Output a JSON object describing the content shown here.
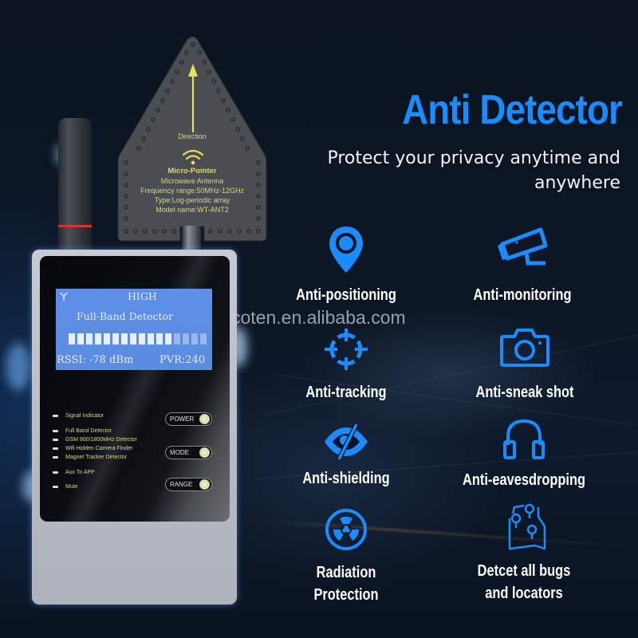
{
  "headline": "Anti Detector",
  "subheadline_line1": "Protect your privacy anytime and",
  "subheadline_line2": "anywhere",
  "watermark": "coten.en.alibaba.com",
  "colors": {
    "accent_blue": "#1a8cff",
    "background": "#0c1624",
    "lcd_blue": "#5d8fe6",
    "label_yellow": "#dbd67a"
  },
  "directional_antenna": {
    "direction_label": "Direction",
    "name": "Micro-Pointer",
    "line1": "Microwave Antenna",
    "line2": "Frequency range:50MHz-12GHz",
    "line3": "Type:Log-periodic array",
    "line4": "Model name:WT-ANT2"
  },
  "lcd": {
    "signal_icon": "antenna-icon",
    "sensitivity": "HIGH",
    "mode": "Full-Band Detector",
    "bars_total": 16,
    "bars_active": 12,
    "rssi": "RSSI: -78 dBm",
    "pvr": "PVR:240"
  },
  "indicators": [
    {
      "label": "Signal  Indicator"
    },
    {
      "label": "Full Band Detector"
    },
    {
      "label": "GSM 900/1800MHz Detector"
    },
    {
      "label": "Wifi Hidden Camera Finder"
    },
    {
      "label": "Magnet Tracker Detector"
    },
    {
      "label": "Aux To APP"
    },
    {
      "label": "Mute"
    }
  ],
  "buttons": {
    "power": "POWER",
    "mode": "MODE",
    "range": "RANGE"
  },
  "features": [
    {
      "icon": "location-pin-icon",
      "label": "Anti-positioning"
    },
    {
      "icon": "cctv-camera-icon",
      "label": "Anti-monitoring"
    },
    {
      "icon": "crosshair-icon",
      "label": "Anti-tracking"
    },
    {
      "icon": "photo-camera-icon",
      "label": "Anti-sneak shot"
    },
    {
      "icon": "eye-slash-icon",
      "label": "Anti-shielding"
    },
    {
      "icon": "headphones-icon",
      "label": "Anti-eavesdropping"
    },
    {
      "icon": "radiation-icon",
      "label": "Radiation",
      "label2": "Protection"
    },
    {
      "icon": "map-locators-icon",
      "label": "Detcet all bugs",
      "label2": "and locators"
    }
  ]
}
